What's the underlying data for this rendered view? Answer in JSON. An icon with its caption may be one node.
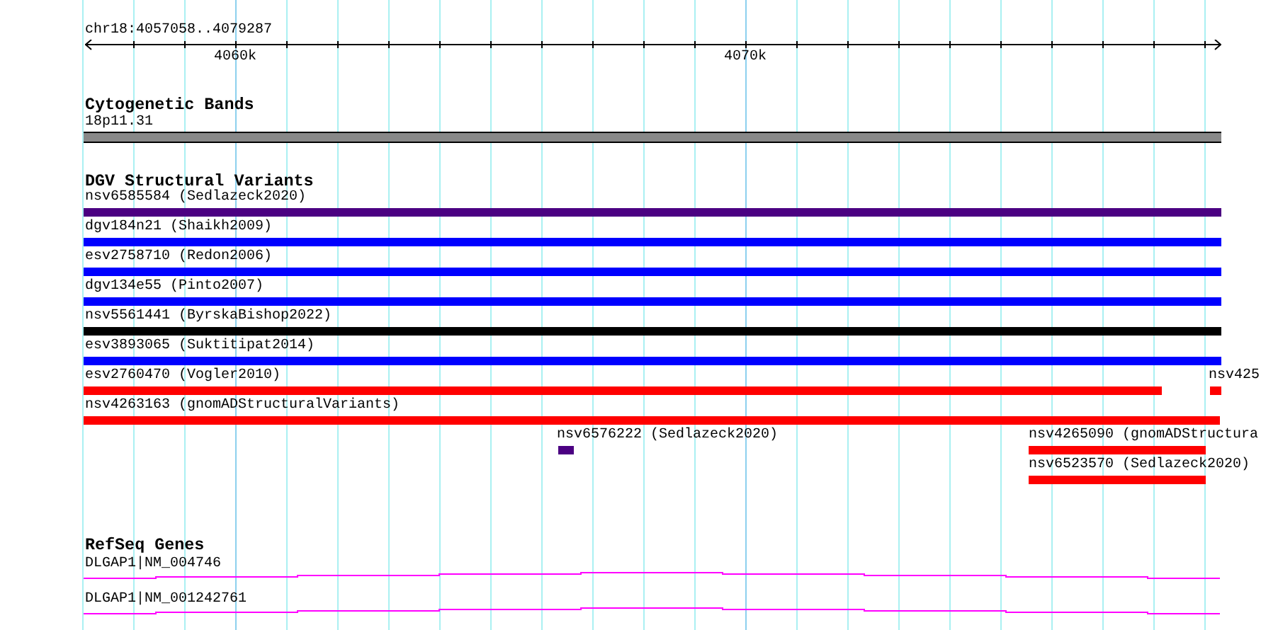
{
  "diagram": {
    "nodes": [
      {
        "text": [
          "18p11.31"
        ]
      },
      {
        "text": [
          "nsv6585584 (Sedlazeck2020)"
        ]
      },
      {
        "text": [
          "dgv184n21 (Shaikh2009)"
        ]
      },
      {
        "text": [
          "esv2758710 (Redon2006)"
        ]
      },
      {
        "text": [
          "dgv134e55 (Pinto2007)"
        ]
      },
      {
        "text": [
          "nsv5561441 (ByrskaBishop2022)"
        ]
      },
      {
        "text": [
          "esv3893065 (Suktitipat2014)"
        ]
      },
      {
        "text": [
          "esv2760470 (Vogler2010)"
        ]
      },
      {
        "text": [
          "nsv425"
        ]
      },
      {
        "text": [
          "nsv4263163 (gnomADStructuralVariants)"
        ]
      },
      {
        "text": [
          "nsv6576222 (Sedlazeck2020)"
        ]
      },
      {
        "text": [
          "nsv4265090 (gnomADStructura"
        ]
      },
      {
        "text": [
          "nsv6523570 (Sedlazeck2020)"
        ]
      },
      {
        "text": [
          "DLGAP1|NM_004746"
        ]
      },
      {
        "text": [
          "DLGAP1|NM_001242761"
        ]
      }
    ],
    "labels": [
      "chr18:4057058..4079287",
      "4060k",
      "4070k",
      "Cytogenetic Bands",
      "DGV Structural Variants",
      "RefSeq Genes"
    ]
  }
}
